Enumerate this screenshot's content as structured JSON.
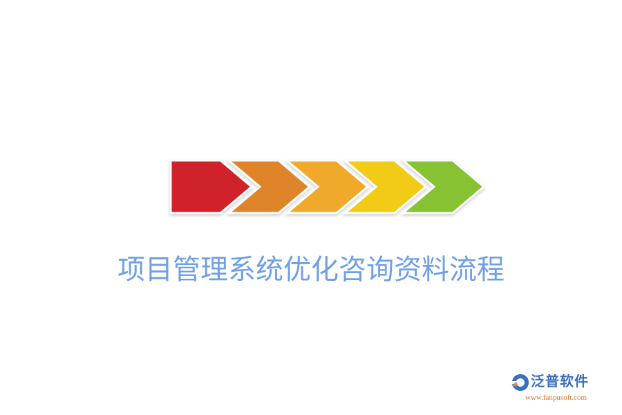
{
  "diagram": {
    "type": "chevron-process",
    "steps": [
      {
        "color": "#d0232a"
      },
      {
        "color": "#e0842a"
      },
      {
        "color": "#f0a92b"
      },
      {
        "color": "#f2cb13"
      },
      {
        "color": "#86c233"
      }
    ]
  },
  "title": "项目管理系统优化咨询资料流程",
  "brand": {
    "name": "泛普软件",
    "url": "www.fanpusoft.com",
    "logo_icon": "fanpu-logo-icon"
  }
}
